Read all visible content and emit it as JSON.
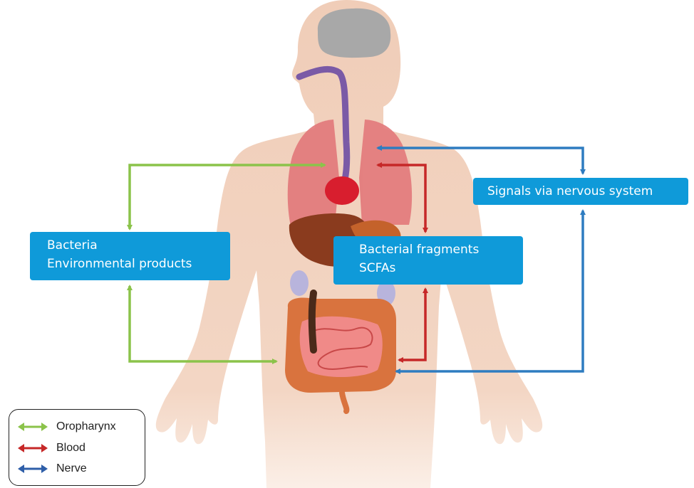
{
  "boxes": {
    "left": {
      "line1": "Bacteria",
      "line2": "Environmental products"
    },
    "middle": {
      "line1": "Bacterial fragments",
      "line2": "SCFAs"
    },
    "right": {
      "line1": "Signals via nervous system"
    }
  },
  "legend": [
    {
      "label": "Oropharynx",
      "color": "#8bc34a"
    },
    {
      "label": "Blood",
      "color": "#c62828"
    },
    {
      "label": "Nerve",
      "color": "#2e5ea8"
    }
  ],
  "colors": {
    "box": "#0f9ad9",
    "body": "#f0cdb8",
    "brain": "#a8a8a8",
    "lungs": "#e2787a",
    "heart": "#d81e2e",
    "liver": "#8a3b1e",
    "kidneys": "#b8b4dc",
    "intestine": "#d9733e",
    "esophagus": "#7a5aa6",
    "oropharynx_arrow": "#8bc34a",
    "blood_arrow": "#c62828",
    "nerve_arrow": "#2e7cc0"
  }
}
